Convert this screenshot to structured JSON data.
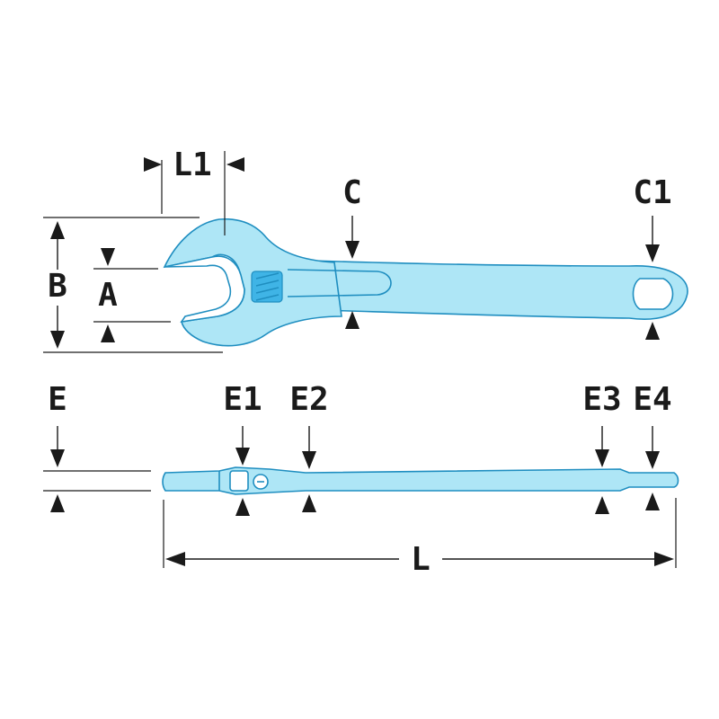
{
  "labels": {
    "L1": "L1",
    "C": "C",
    "C1": "C1",
    "B": "B",
    "A": "A",
    "E": "E",
    "E1": "E1",
    "E2": "E2",
    "E3": "E3",
    "E4": "E4",
    "L": "L"
  },
  "colors": {
    "tool_fill": "#aee6f6",
    "tool_outline": "#1f8ec0",
    "tool_highlight": "#3fb4e6",
    "dimension_lines": "#1a1a1a"
  }
}
